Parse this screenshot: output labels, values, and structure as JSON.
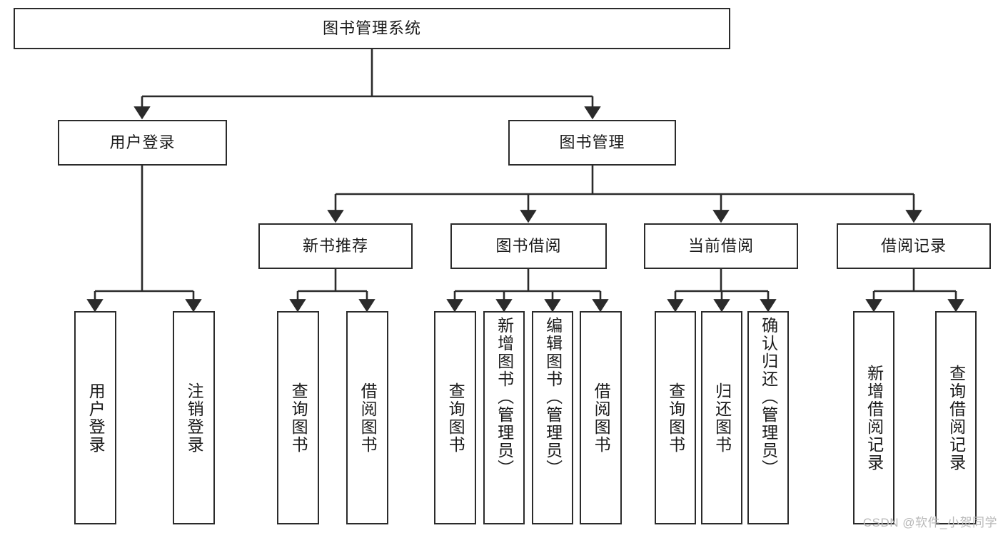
{
  "diagram": {
    "type": "tree-hierarchy",
    "title": "图书管理系统",
    "watermark": "CSDN @软件_小贺同学",
    "style": {
      "box_border_color": "#2b2b2b",
      "box_fill": "#ffffff",
      "connector_color": "#2b2b2b",
      "text_color": "#1a1a1a",
      "watermark_color": "#b9b9b9"
    },
    "levels": {
      "root": {
        "id": "root",
        "label": "图书管理系统"
      },
      "level2": [
        {
          "id": "user-login",
          "label": "用户登录"
        },
        {
          "id": "book-management",
          "label": "图书管理"
        }
      ],
      "level3": [
        {
          "id": "new-book-recommend",
          "label": "新书推荐",
          "parent": "book-management"
        },
        {
          "id": "book-borrow",
          "label": "图书借阅",
          "parent": "book-management"
        },
        {
          "id": "current-borrow",
          "label": "当前借阅",
          "parent": "book-management"
        },
        {
          "id": "borrow-record",
          "label": "借阅记录",
          "parent": "book-management"
        }
      ],
      "leaves": [
        {
          "id": "leaf-user-login",
          "label": "用户登录",
          "parent": "user-login"
        },
        {
          "id": "leaf-logout-login",
          "label": "注销登录",
          "parent": "user-login"
        },
        {
          "id": "leaf-query-book-1",
          "label": "查询图书",
          "parent": "new-book-recommend"
        },
        {
          "id": "leaf-borrow-book-1",
          "label": "借阅图书",
          "parent": "new-book-recommend"
        },
        {
          "id": "leaf-query-book-2",
          "label": "查询图书",
          "parent": "book-borrow"
        },
        {
          "id": "leaf-add-book",
          "label": "新增图书（管理员）",
          "parent": "book-borrow"
        },
        {
          "id": "leaf-edit-book",
          "label": "编辑图书（管理员）",
          "parent": "book-borrow"
        },
        {
          "id": "leaf-borrow-book-2",
          "label": "借阅图书",
          "parent": "book-borrow"
        },
        {
          "id": "leaf-query-book-3",
          "label": "查询图书",
          "parent": "current-borrow"
        },
        {
          "id": "leaf-return-book",
          "label": "归还图书",
          "parent": "current-borrow"
        },
        {
          "id": "leaf-confirm-return",
          "label": "确认归还（管理员）",
          "parent": "current-borrow"
        },
        {
          "id": "leaf-add-record",
          "label": "新增借阅记录",
          "parent": "borrow-record"
        },
        {
          "id": "leaf-query-record",
          "label": "查询借阅记录",
          "parent": "borrow-record"
        }
      ]
    }
  }
}
